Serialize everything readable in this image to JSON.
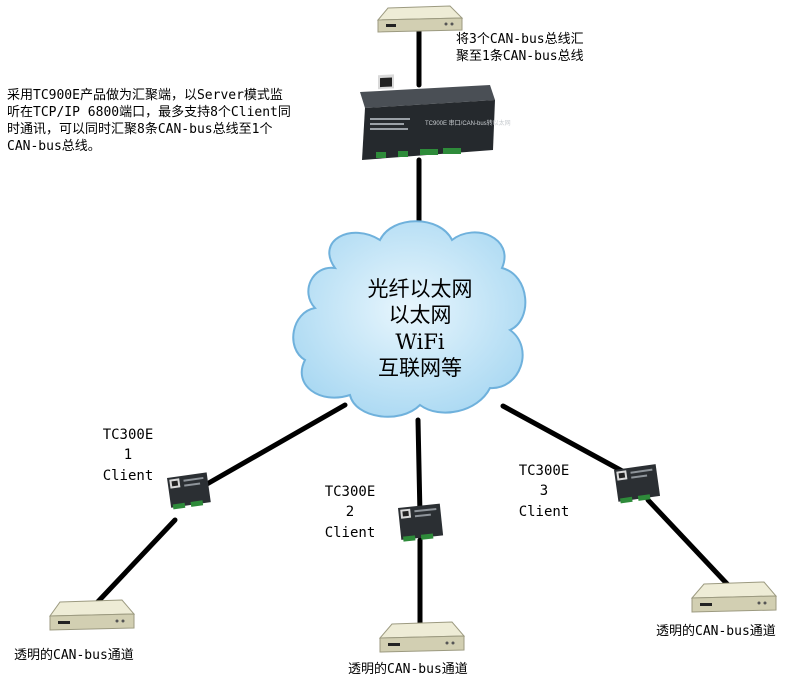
{
  "top_terminal": {
    "caption_line1": "将3个CAN-bus总线汇",
    "caption_line2": "聚至1条CAN-bus总线"
  },
  "aggregator": {
    "model": "TC900E",
    "panel_text": "TC900E  串口/CAN-bus转以太网",
    "description_line1": "采用TC900E产品做为汇聚端，以Server模式监",
    "description_line2": "听在TCP/IP 6800端口，最多支持8个Client同",
    "description_line3": "时通讯，可以同时汇聚8条CAN-bus总线至1个",
    "description_line4": "CAN-bus总线。"
  },
  "network_cloud": {
    "line1": "光纤以太网",
    "line2": "以太网",
    "line3": "WiFi",
    "line4": "互联网等"
  },
  "clients": [
    {
      "model": "TC300E",
      "index": "1",
      "role": "Client",
      "terminal_caption": "透明的CAN-bus通道"
    },
    {
      "model": "TC300E",
      "index": "2",
      "role": "Client",
      "terminal_caption": "透明的CAN-bus通道"
    },
    {
      "model": "TC300E",
      "index": "3",
      "role": "Client",
      "terminal_caption": "透明的CAN-bus通道"
    }
  ],
  "colors": {
    "cloud_fill": "#bfe4f7",
    "cloud_stroke": "#6fb1dc",
    "link": "#000000",
    "device_body": "#2b2f33",
    "terminal_top": "#e8e6cf",
    "terminal_side": "#c9c6a8"
  }
}
